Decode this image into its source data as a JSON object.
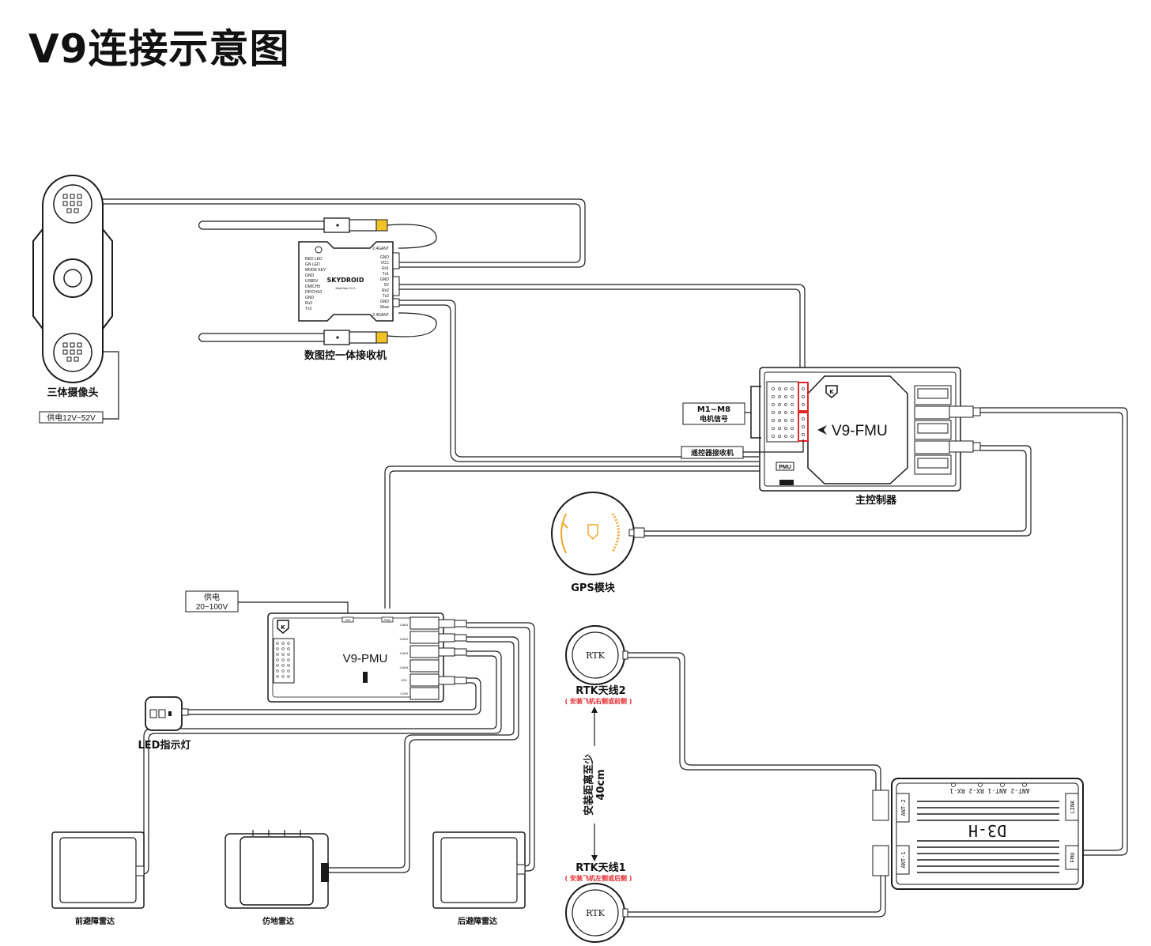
{
  "title": "V9连接示意图",
  "labels": {
    "camera": "三体摄像头",
    "camera_power": "供电12V~52V",
    "receiver": "数图控一体接收机",
    "receiver_brand": "SKYDROID",
    "receiver_model": "Multi link V1.0",
    "receiver_left_pins": [
      "RED LED",
      "GN LED",
      "MODE KEY",
      "GND",
      "USB5V",
      "DM/CH5",
      "DP/CH10",
      "GND",
      "Rx3",
      "Tx3"
    ],
    "receiver_right_pins": [
      "GND",
      "VCC",
      "Rx1",
      "Tx1",
      "GND",
      "5V",
      "Rx2",
      "Tx2",
      "GND",
      "Sbus"
    ],
    "ant_label": "2.4GANT",
    "motor_signal_1": "M1~M8",
    "motor_signal_2": "电机信号",
    "rc_receiver": "遥控器接收机",
    "fmu_name": "V9-FMU",
    "fmu_pmu_port": "PMU",
    "fmu_caption": "主控制器",
    "gps": "GPS模块",
    "pmu_power_1": "供电",
    "pmu_power_2": "20~100V",
    "pmu_name": "V9-PMU",
    "pmu_top_left": "VIN",
    "pmu_top_right": "PMU",
    "pmu_ports": [
      "CAN1",
      "CAN2",
      "CAN3",
      "CAN4",
      "LED",
      "COM"
    ],
    "led": "LED指示灯",
    "rtk_text": "RTK",
    "rtk2": "RTK天线2",
    "rtk2_note": "( 安装飞机右侧或前侧 )",
    "rtk1": "RTK天线1",
    "rtk1_note": "( 安装飞机左侧或后侧 )",
    "distance_1": "安装距离至少",
    "distance_2": "40cm",
    "d3h": "D3-H",
    "d3h_top": "ANT-2  ANT-1  RX-2  RX-1",
    "d3h_ant2": "ANT-2",
    "d3h_ant1": "ANT-1",
    "d3h_link": "LINK",
    "d3h_fmu": "FMU",
    "radar_front": "前避障雷达",
    "radar_ground": "仿地雷达",
    "radar_rear": "后避障雷达"
  },
  "colors": {
    "line": "#1a1a1a",
    "accent_red": "#e3262a",
    "gps_orange": "#f2a72a"
  }
}
